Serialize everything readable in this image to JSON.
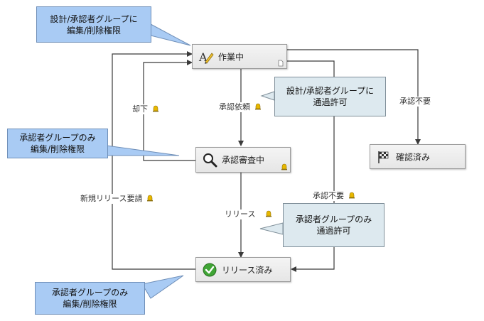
{
  "states": {
    "working": {
      "label": "作業中",
      "icon": "pen-letter-icon"
    },
    "review": {
      "label": "承認審査中",
      "icon": "magnifier-icon"
    },
    "released": {
      "label": "リリース済み",
      "icon": "green-check-icon"
    },
    "confirmed": {
      "label": "確認済み",
      "icon": "checkered-flag-icon"
    }
  },
  "transitions": {
    "reject": "却下",
    "request_approval": "承認依頼",
    "no_approval_top": "承認不要",
    "no_approval_mid": "承認不要",
    "new_release_request": "新規リリース要請",
    "release": "リリース"
  },
  "callouts": {
    "top_left": {
      "line1": "設計/承認者グループに",
      "line2": "編集/削除権限"
    },
    "mid_right": {
      "line1": "設計/承認者グループに",
      "line2": "通過許可"
    },
    "mid_left": {
      "line1": "承認者グループのみ",
      "line2": "編集/削除権限"
    },
    "bottom_right": {
      "line1": "承認者グループのみ",
      "line2": "通過許可"
    },
    "bottom_left": {
      "line1": "承認者グループのみ",
      "line2": "編集/削除権限"
    }
  },
  "colors": {
    "callout_blue": "#a9cbf4",
    "callout_teal": "#dde9ef",
    "line": "#3a3a3a",
    "bell": "#e8b800"
  }
}
